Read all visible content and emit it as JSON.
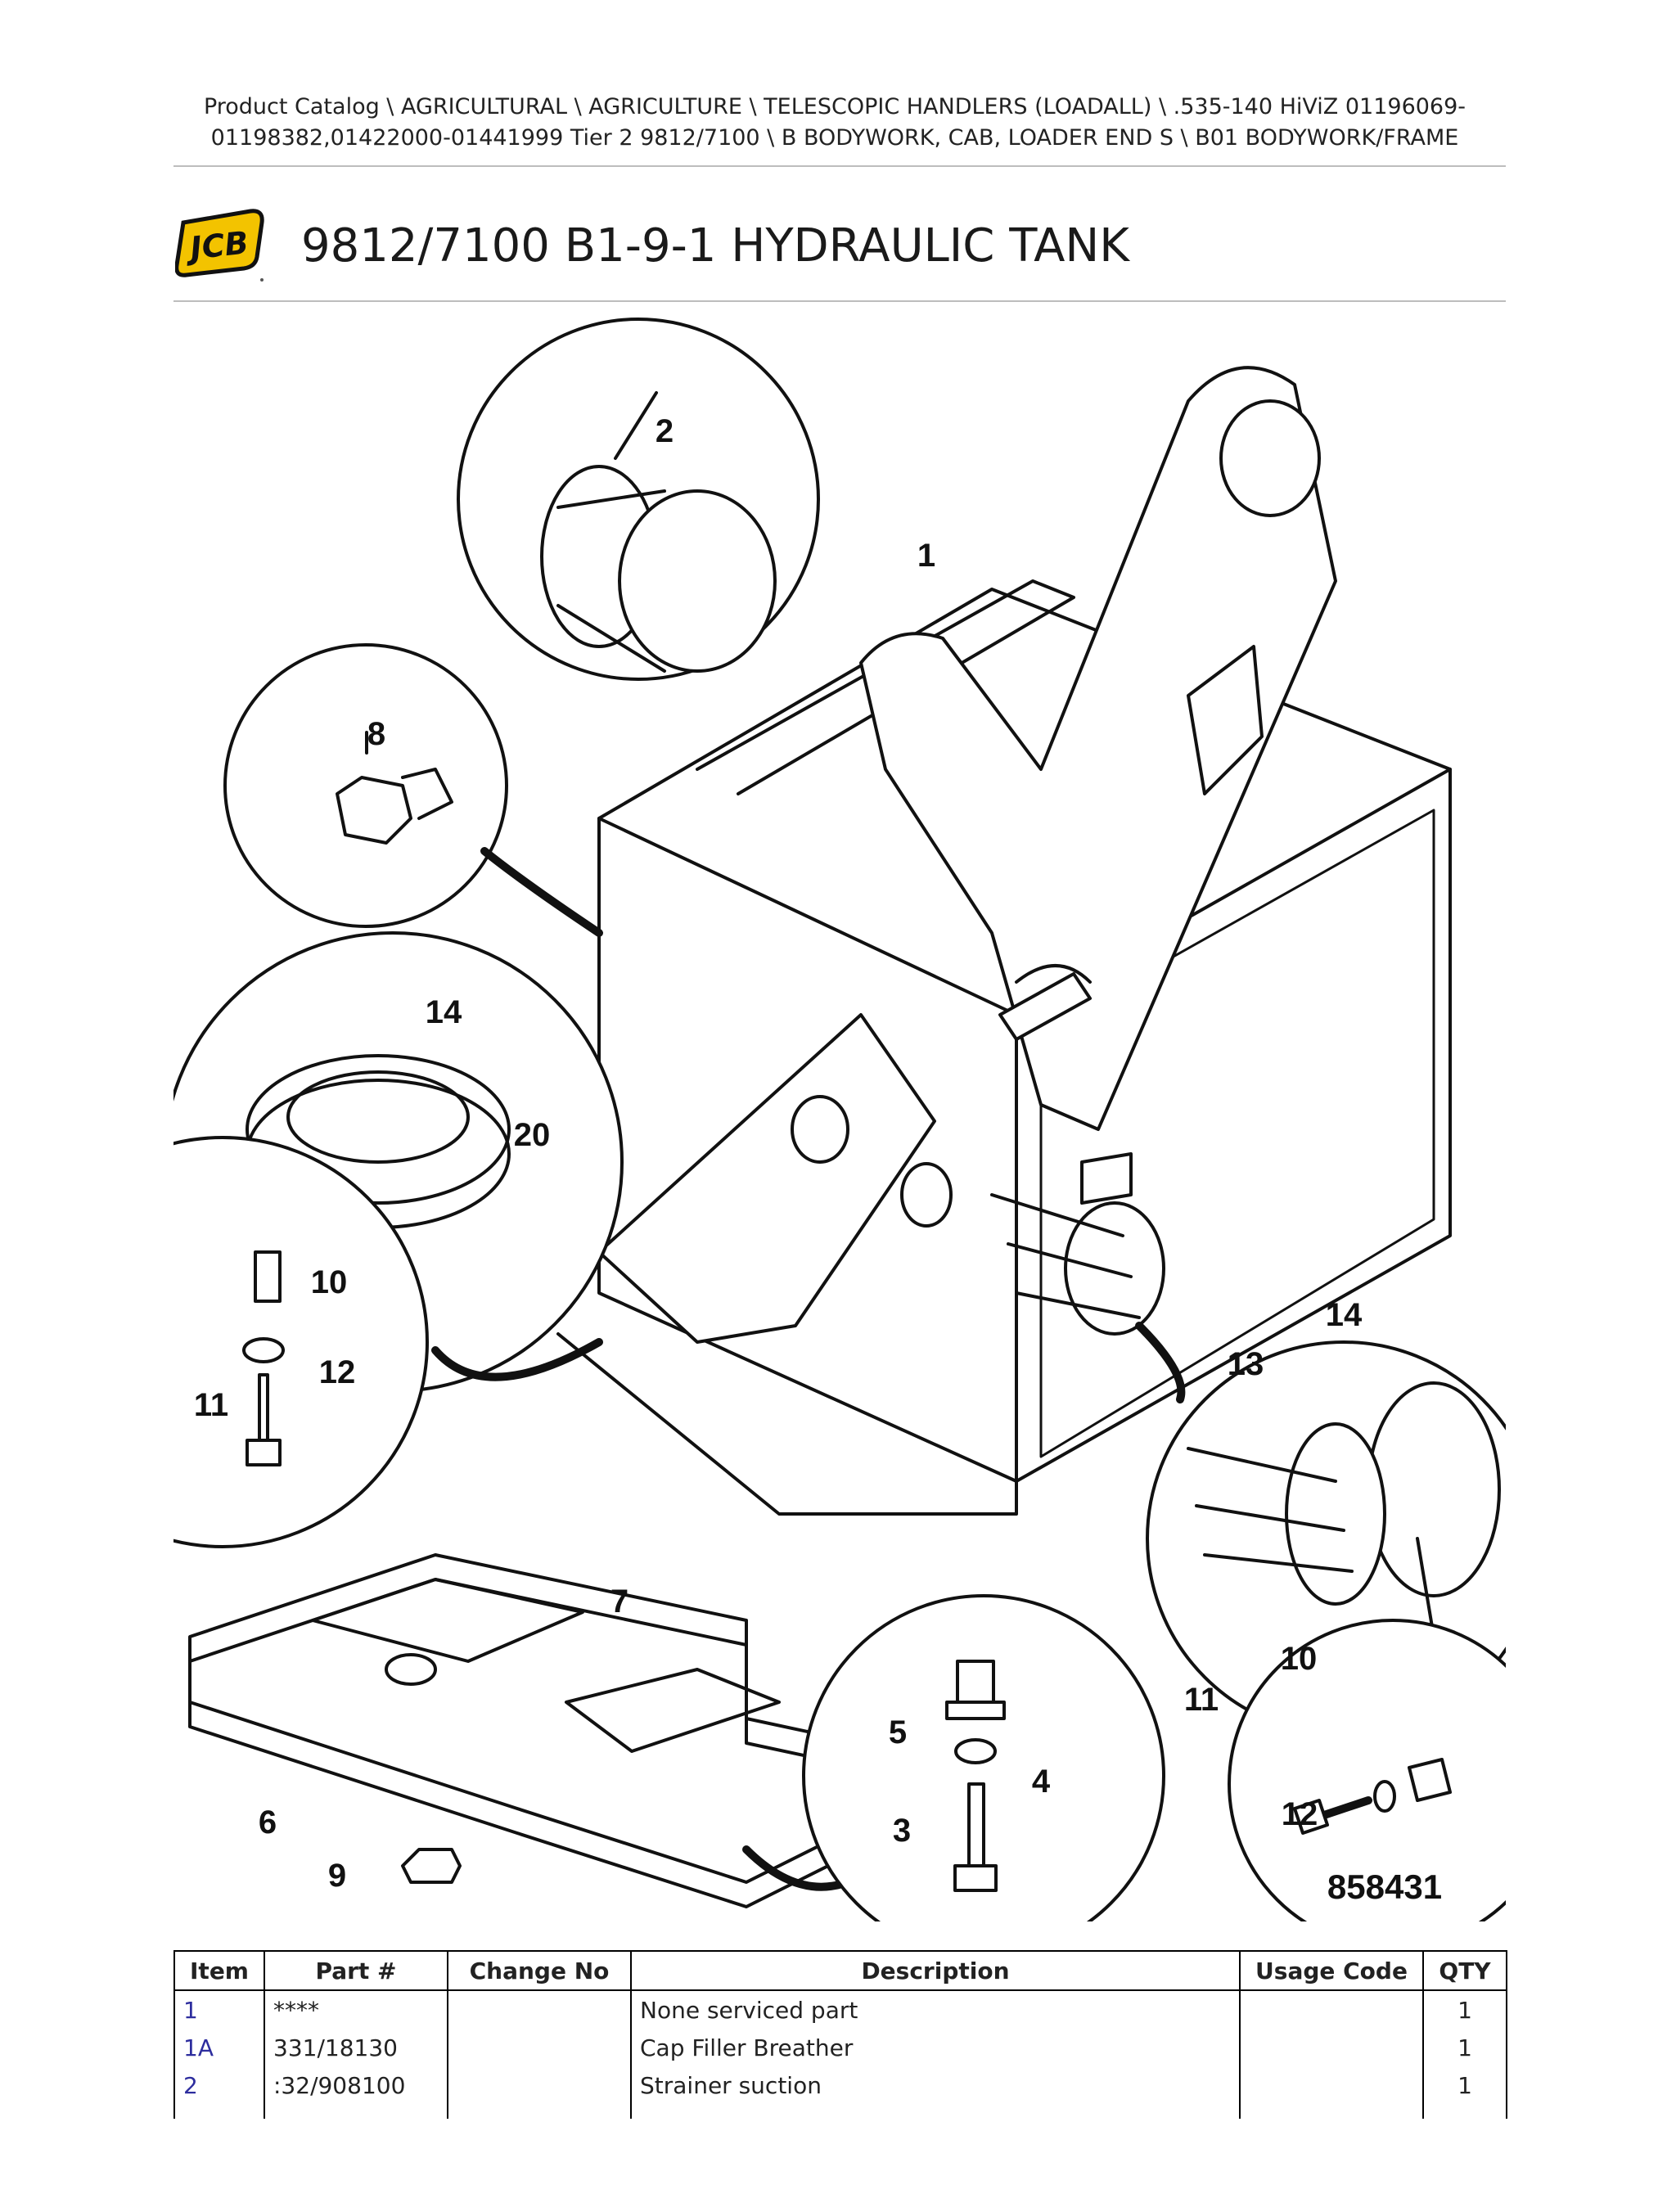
{
  "breadcrumb": {
    "line1": "Product Catalog  \\  AGRICULTURAL  \\  AGRICULTURE  \\  TELESCOPIC HANDLERS (LOADALL)  \\  .535-140 HiViZ 01196069-",
    "line2": "01198382,01422000-01441999 Tier 2 9812/7100  \\  B BODYWORK, CAB, LOADER END S  \\  B01 BODYWORK/FRAME"
  },
  "logo": {
    "text": "JCB",
    "icon": "jcb-logo"
  },
  "title": "9812/7100 B1-9-1 HYDRAULIC TANK",
  "diagram": {
    "drawing_number": "858431",
    "callouts": [
      "1",
      "2",
      "8",
      "14",
      "20",
      "10",
      "12",
      "11",
      "7",
      "6",
      "9",
      "5",
      "4",
      "3",
      "14",
      "13",
      "10",
      "11",
      "12"
    ]
  },
  "table": {
    "headers": [
      "Item",
      "Part #",
      "Change No",
      "Description",
      "Usage Code",
      "QTY"
    ],
    "rows": [
      {
        "item": "1",
        "part": "****",
        "change": "",
        "description": "None serviced part",
        "usage": "",
        "qty": "1"
      },
      {
        "item": "1A",
        "part": "331/18130",
        "change": "",
        "description": "Cap Filler Breather",
        "usage": "",
        "qty": "1"
      },
      {
        "item": "2",
        "part": ":32/908100",
        "change": "",
        "description": "Strainer suction",
        "usage": "",
        "qty": "1"
      }
    ]
  }
}
